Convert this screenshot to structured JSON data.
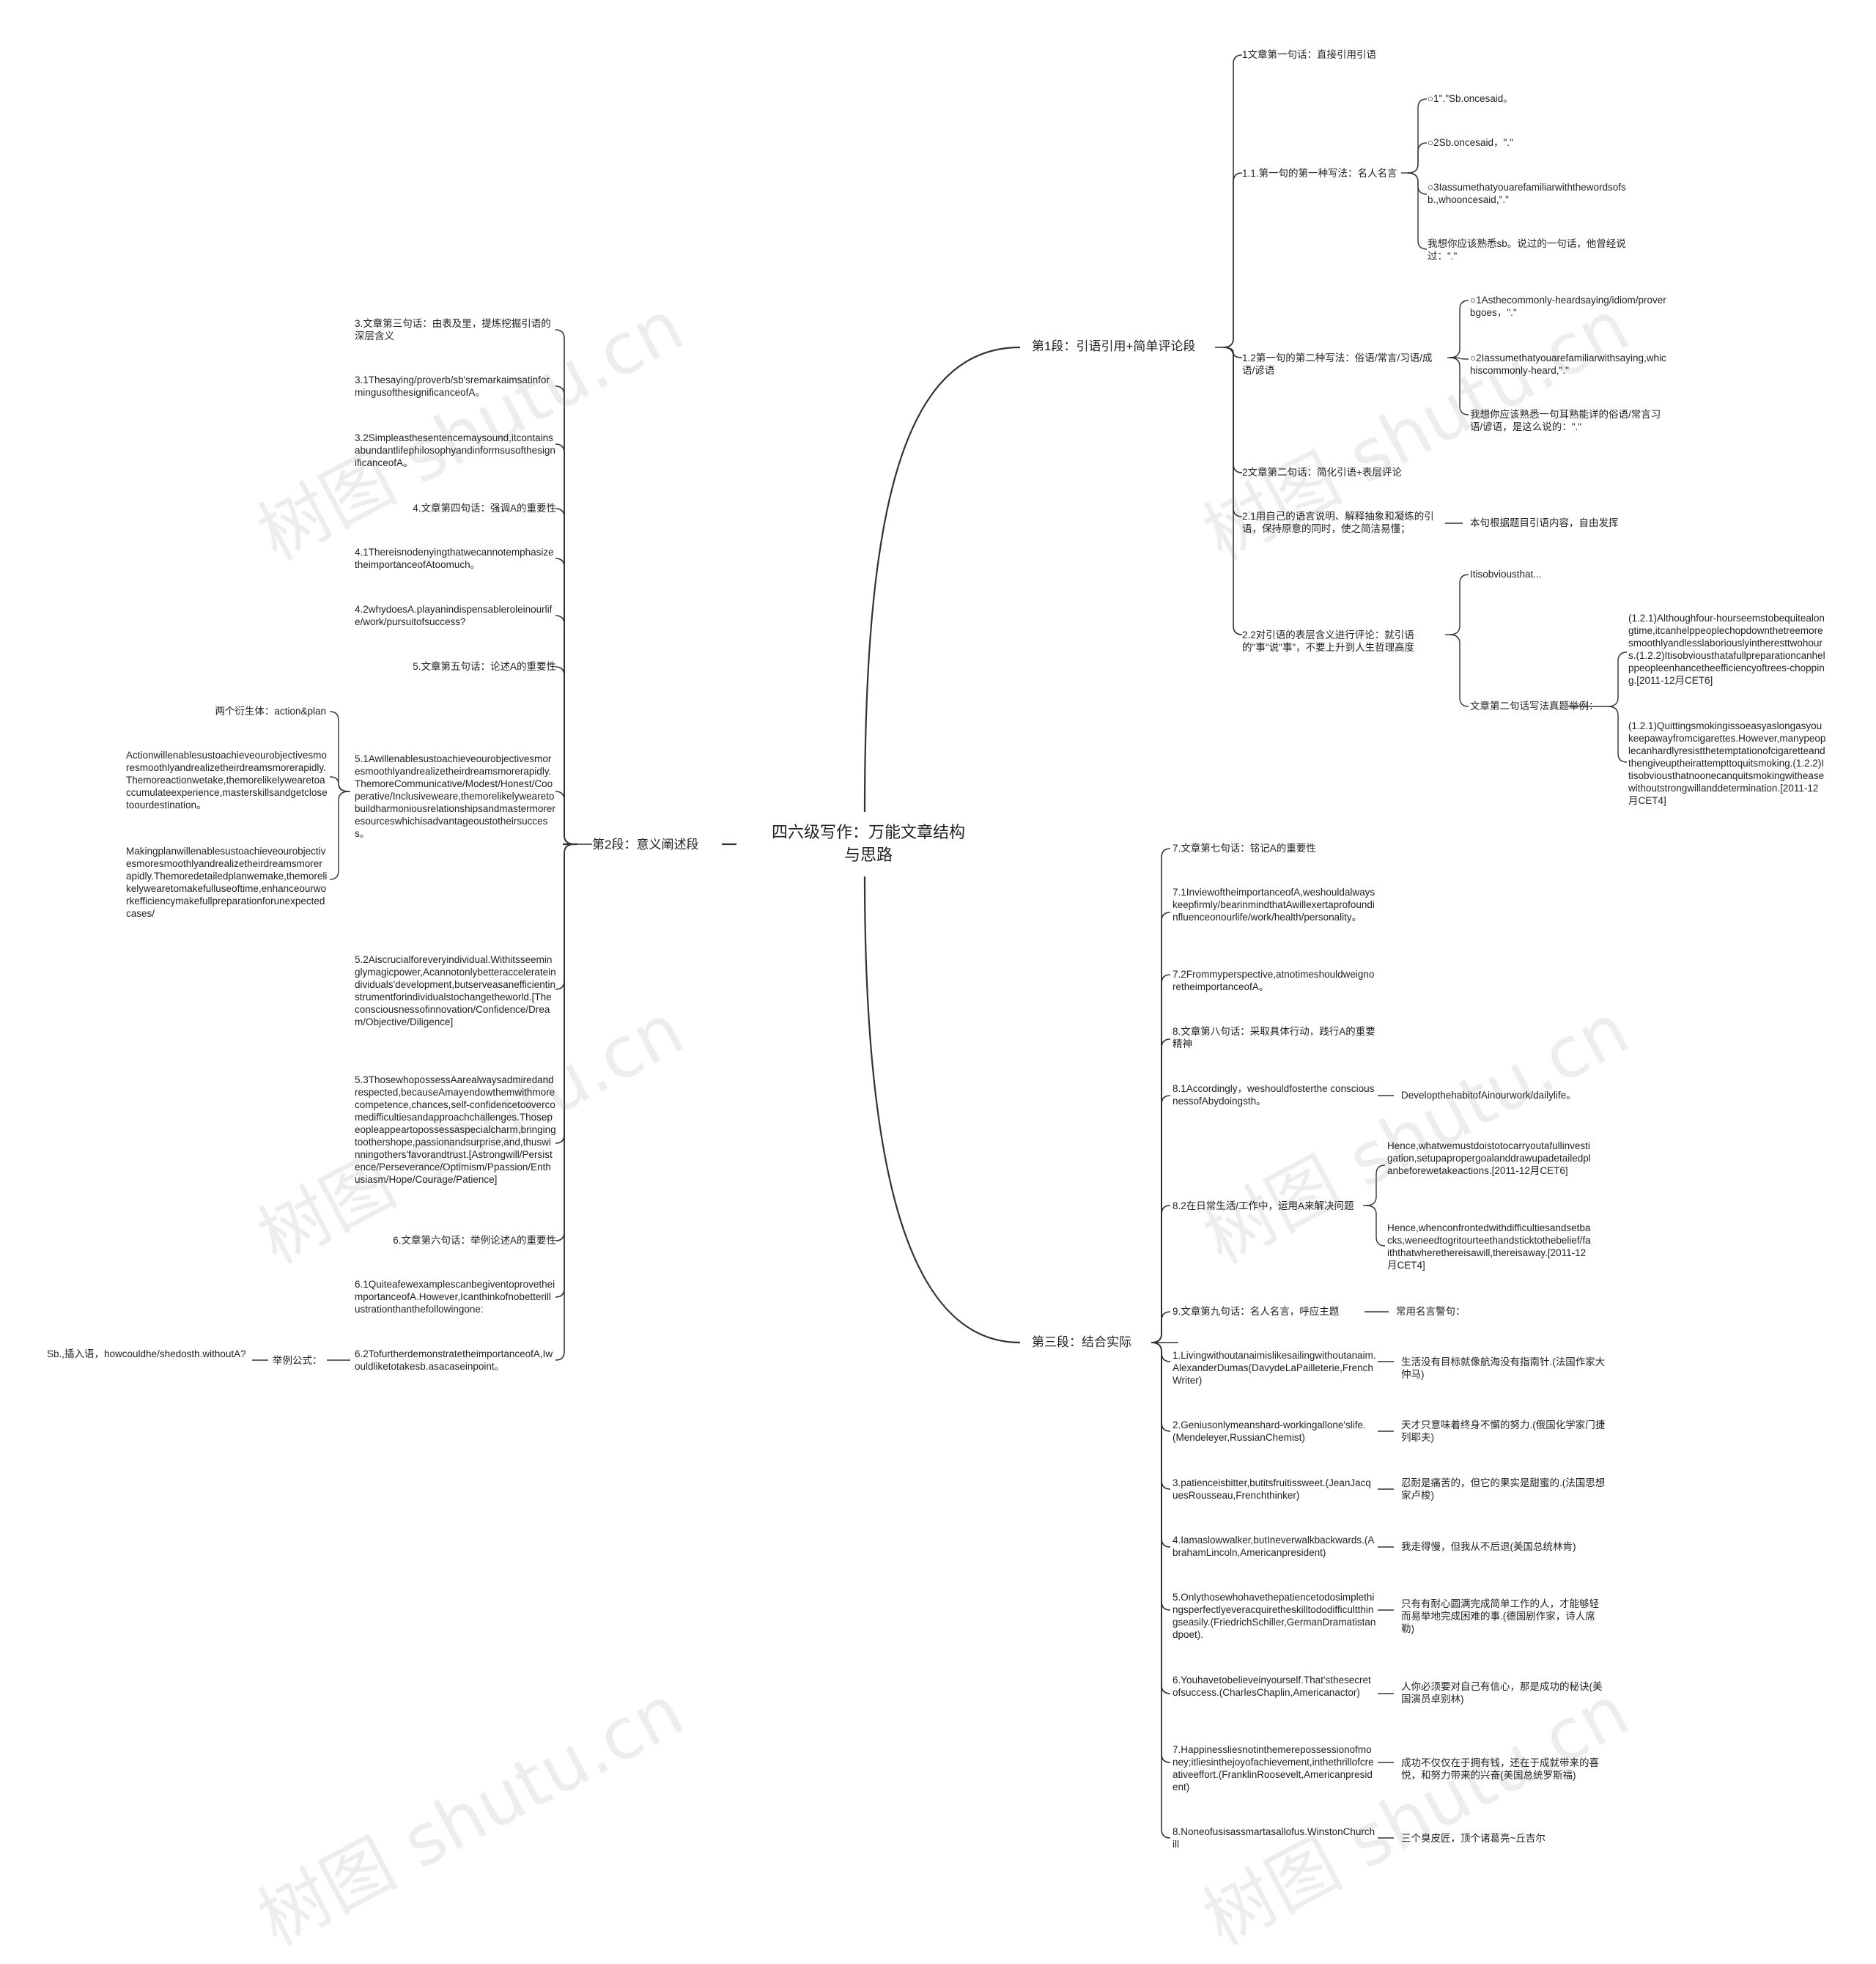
{
  "root": {
    "title": "四六级写作：万能文章结构与思路"
  },
  "watermark": "树图 shutu.cn",
  "branches": [
    {
      "label": "第1段：引语引用+简单评论段",
      "items": [
        {
          "text": "1文章第一句话：直接引用引语"
        },
        {
          "text": "1.1.第一句的第一种写法：名人名言",
          "children": [
            {
              "text": "○1\".\"Sb.oncesaid。"
            },
            {
              "text": "○2Sb.oncesaid，\".\""
            },
            {
              "text": "○3Iassumethatyouarefamiliarwiththewordsofsb.,whooncesaid,\".\""
            },
            {
              "text": "我想你应该熟悉sb。说过的一句话，他曾经说过：\".\""
            }
          ]
        },
        {
          "text": "1.2第一句的第二种写法：俗语/常言/习语/成语/谚语",
          "children": [
            {
              "text": "○1Asthecommonly-heardsaying/idiom/proverbgoes，\".\""
            },
            {
              "text": "○2Iassumethatyouarefamiliarwithsaying,whichiscommonly-heard,\".\""
            },
            {
              "text": "我想你应该熟悉一句耳熟能详的俗语/常言习语/谚语，是这么说的：\".\""
            }
          ]
        },
        {
          "text": "2文章第二句话：简化引语+表层评论"
        },
        {
          "text": "2.1用自己的语言说明、解释抽象和凝练的引语，保持原意的同时，使之简洁易懂；",
          "children": [
            {
              "text": "本句根据题目引语内容，自由发挥"
            }
          ]
        },
        {
          "text": "2.2对引语的表层含义进行评论：就引语的\"事\"说\"事\"，不要上升到人生哲理高度",
          "children": [
            {
              "text": "Itisobviousthat..."
            },
            {
              "text": "文章第二句话写法真题举例：",
              "children": [
                {
                  "text": "(1.2.1)Althoughfour-hourseemstobequitealongtime,itcanhelppeoplechopdownthetreemoresmoothlyandlesslaboriouslyintheresttwohours.(1.2.2)Itisobviousthatafullpreparationcanhelppeopleenhancetheefficiencyoftrees-chopping.[2011-12月CET6]"
                },
                {
                  "text": "(1.2.1)Quittingsmokingissoeasyaslongasyoukeepawayfromcigarettes.However,manypeoplecanhardlyresistthetemptationofcigaretteandthengiveuptheirattempttoquitsmoking.(1.2.2)Itisobviousthatnoonecanquitsmokingwitheasewithoutstrongwillanddetermination.[2011-12月CET4]"
                }
              ]
            }
          ]
        }
      ]
    },
    {
      "label": "第三段：结合实际",
      "items": [
        {
          "text": "7.文章第七句话：铭记A的重要性"
        },
        {
          "text": "7.1InviewoftheimportanceofA,weshouldalwayskeepfirmly/bearinmindthatAwillexertaprofoundinfluenceonourlife/work/health/personality。"
        },
        {
          "text": "7.2Frommyperspective,atnotimeshouldweignoretheimportanceofA。"
        },
        {
          "text": "8.文章第八句话：采取具体行动，践行A的重要精神"
        },
        {
          "text": "8.1Accordingly，weshouldfosterthe consciousnessofAbydoingsth。",
          "children": [
            {
              "text": "DevelopthehabitofAinourwork/dailylife。"
            }
          ]
        },
        {
          "text": "8.2在日常生活/工作中，运用A来解决问题",
          "children": [
            {
              "text": "Hence,whatwemustdoistotocarryoutafullinvestigation,setupapropergoalanddrawupadetailedplanbeforewetakeactions.[2011-12月CET6]"
            },
            {
              "text": "Hence,whenconfrontedwithdifficultiesandsetbacks,weneedtogritourteethandsticktothebelief/faiththatwherethereisawill,thereisaway.[2011-12月CET4]"
            }
          ]
        },
        {
          "text": "9.文章第九句话：名人名言，呼应主题",
          "children": [
            {
              "text": "常用名言警句："
            }
          ]
        },
        {
          "text": "1.Livingwithoutanaimislikesailingwithoutanaim.AlexanderDumas(DavydeLaPailleterie,FrenchWriter)",
          "children": [
            {
              "text": "生活没有目标就像航海没有指南针.(法国作家大仲马)"
            }
          ]
        },
        {
          "text": "2.Geniusonlymeanshard-workingallone'slife.(Mendeleyer,RussianChemist)",
          "children": [
            {
              "text": "天才只意味着终身不懈的努力.(俄国化学家门捷列耶夫)"
            }
          ]
        },
        {
          "text": "3.patienceisbitter,butitsfruitissweet.(JeanJacquesRousseau,Frenchthinker)",
          "children": [
            {
              "text": "忍耐是痛苦的，但它的果实是甜蜜的.(法国思想家卢梭)"
            }
          ]
        },
        {
          "text": "4.Iamaslowwalker,butIneverwalkbackwards.(AbrahamLincoln,Americanpresident)",
          "children": [
            {
              "text": "我走得慢，但我从不后退(美国总统林肯)"
            }
          ]
        },
        {
          "text": "5.Onlythosewhohavethepatiencetodosimplethingsperfectlyeveracquiretheskilltododifficultthingseasily.(FriedrichSchiller,GermanDramatistandpoet).",
          "children": [
            {
              "text": "只有有耐心圆满完成简单工作的人，才能够轻而易举地完成困难的事.(德国剧作家，诗人席勒)"
            }
          ]
        },
        {
          "text": "6.Youhavetobelieveinyourself.That'sthesecretofsuccess.(CharlesChaplin,Americanactor)",
          "children": [
            {
              "text": "人你必须要对自己有信心，那是成功的秘诀(美国演员卓别林)"
            }
          ]
        },
        {
          "text": "7.Happinessliesnotinthemerepossessionofmoney;itliesinthejoyofachievement,inthethrillofcreativeeffort.(FranklinRoosevelt,Americanpresident)",
          "children": [
            {
              "text": "成功不仅仅在于拥有钱，还在于成就带来的喜悦，和努力带来的兴奋(美国总统罗斯福)"
            }
          ]
        },
        {
          "text": "8.Noneofusisassmartasallofus.WinstonChurchill",
          "children": [
            {
              "text": "三个臭皮匠，顶个诸葛亮~丘吉尔"
            }
          ]
        }
      ]
    },
    {
      "label": "第2段：意义阐述段",
      "items": [
        {
          "text": "3.文章第三句话：由表及里，提炼挖掘引语的深层含义"
        },
        {
          "text": "3.1Thesaying/proverb/sb'sremarkaimsatinformingusofthesignificanceofA。"
        },
        {
          "text": "3.2Simpleasthesentencemaysound,itcontainsabundantlifephilosophyandinformsusofthesignificanceofA。"
        },
        {
          "text": "4.文章第四句话：强调A的重要性"
        },
        {
          "text": "4.1ThereisnodenyingthatwecannotemphasizetheimportanceofAtoomuch。"
        },
        {
          "text": "4.2whydoesA.playanindispensableroleinourlife/work/pursuitofsuccess?"
        },
        {
          "text": "5.文章第五句话：论述A的重要性"
        },
        {
          "text": "5.1Awillenablesustoachieveourobjectivesmoresmoothlyandrealizetheirdreamsmorerapidly.ThemoreCommunicative/Modest/Honest/Cooperative/Inclusiveweare,themorelikelywearetobuildharmoniousrelationshipsandmastermoreresourceswhichisadvantageoustotheirsuccess。",
          "children": [
            {
              "text": "两个衍生体：action&plan"
            },
            {
              "text": "Actionwillenablesustoachieveourobjectivesmoresmoothlyandrealizetheirdreamsmorerapidly.Themoreactionwetake,themorelikelywearetoaccumulateexperience,masterskillsandgetclosetoourdestination。"
            },
            {
              "text": "Makingplanwillenablesustoachieveourobjectivesmoresmoothlyandrealizetheirdreamsmorerapidly.Themoredetailedplanwemake,themorelikelywearetomakefulluseoftime,enhanceourworkefficiencymakefullpreparationforunexpectedcases/"
            }
          ]
        },
        {
          "text": "5.2Aiscrucialforeveryindividual.Withitsseeminglymagicpower,Acannotonlybetteraccelerateindividuals'development,butserveasanefficientinstrumentforindividualstochangetheworld.[Theconsciousnessofinnovation/Confidence/Dream/Objective/Diligence]"
        },
        {
          "text": "5.3ThosewhopossessAarealwaysadmiredandrespected,becauseAmayendowthemwithmorecompetence,chances,self-confidencetoovercomedifficultiesandapproachchallenges.Thosepeopleappeartopossessaspecialcharm,bringingtoothershope,passionandsurprise,and,thuswinningothers'favorandtrust.[Astrongwill/Persistence/Perseverance/Optimism/Ppassion/Enthusiasm/Hope/Courage/Patience]"
        },
        {
          "text": "6.文章第六句话：举例论述A的重要性"
        },
        {
          "text": "6.1QuiteafewexamplescanbegiventoprovetheimportanceofA.However,Icanthinkofnobetterillustrationthanthefollowingone:"
        },
        {
          "text": "6.2TofurtherdemonstratetheimportanceofA,Iwouldliketotakesb.asacaseinpoint。",
          "children": [
            {
              "text": "举例公式：",
              "children": [
                {
                  "text": "Sb.,插入语，howcouldhe/shedosth.withoutA?"
                }
              ]
            }
          ]
        }
      ]
    }
  ]
}
